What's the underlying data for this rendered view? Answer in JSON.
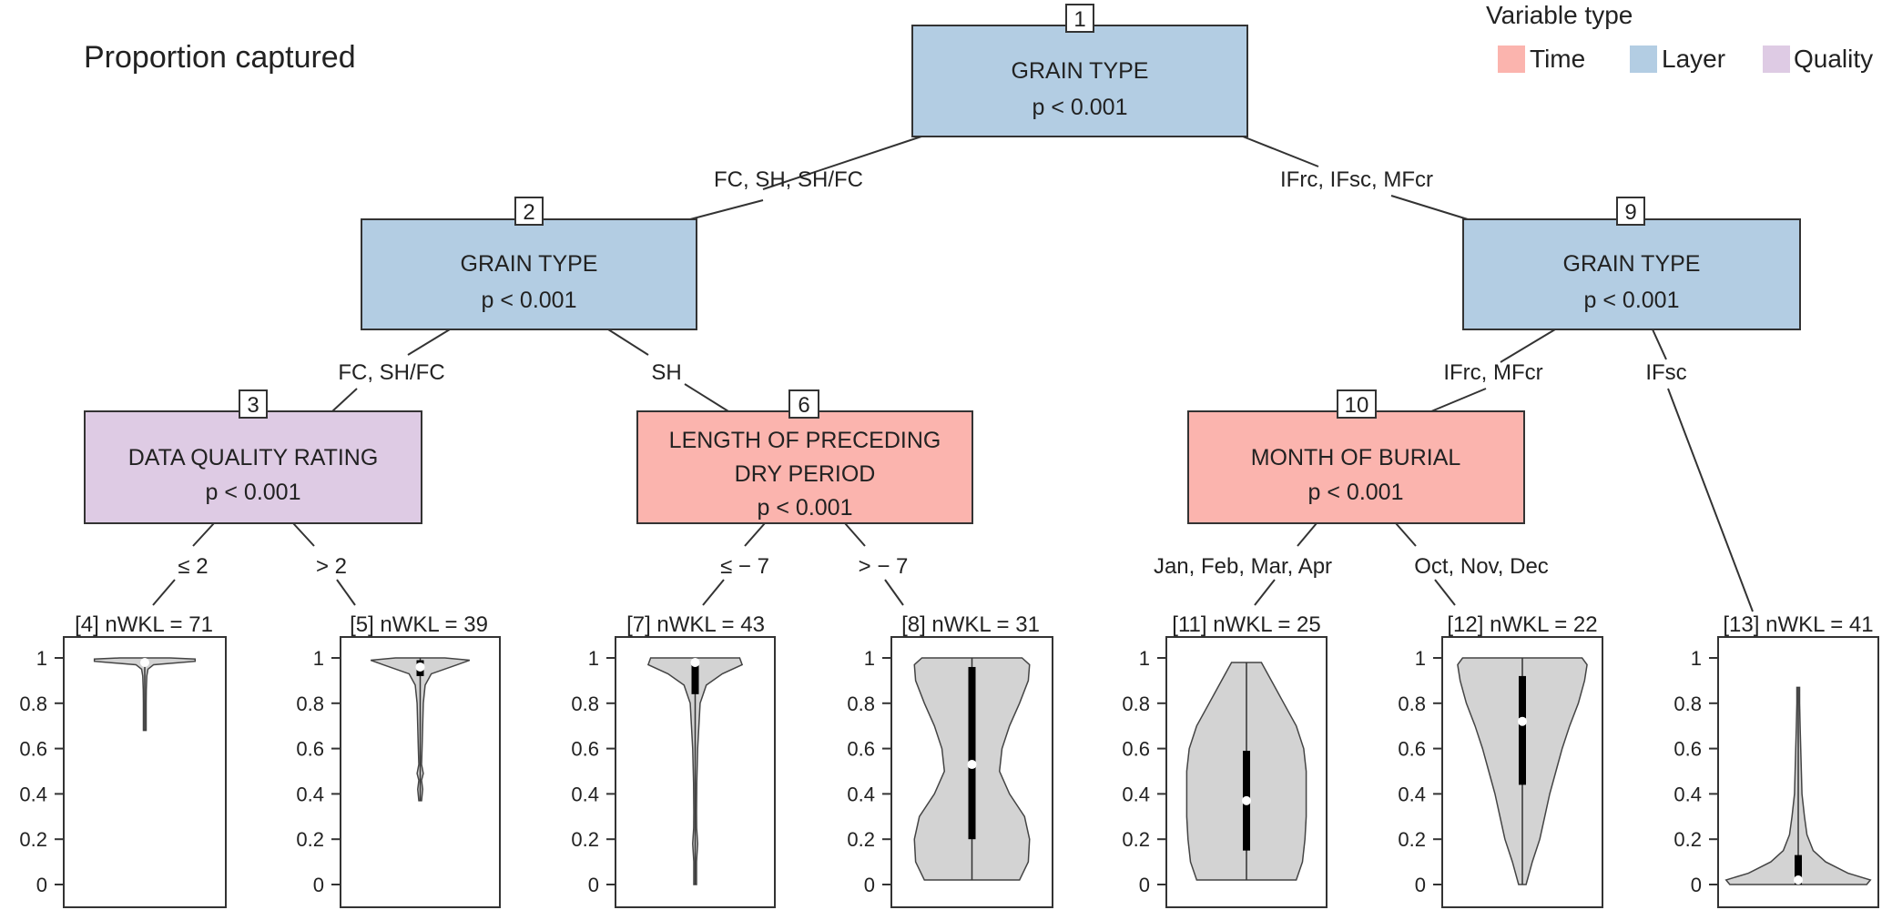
{
  "title": "Proportion captured",
  "legend": {
    "title": "Variable type",
    "items": [
      {
        "label": "Time",
        "color": "#fbb4ae"
      },
      {
        "label": "Layer",
        "color": "#b3cde3"
      },
      {
        "label": "Quality",
        "color": "#decbe4"
      }
    ]
  },
  "nodes": {
    "n1": {
      "id": "1",
      "type": "Layer",
      "lines": [
        "GRAIN TYPE",
        "p < 0.001"
      ]
    },
    "n2": {
      "id": "2",
      "type": "Layer",
      "lines": [
        "GRAIN TYPE",
        "p < 0.001"
      ]
    },
    "n9": {
      "id": "9",
      "type": "Layer",
      "lines": [
        "GRAIN TYPE",
        "p < 0.001"
      ]
    },
    "n3": {
      "id": "3",
      "type": "Quality",
      "lines": [
        "DATA QUALITY RATING",
        "p < 0.001"
      ]
    },
    "n6": {
      "id": "6",
      "type": "Time",
      "lines": [
        "LENGTH OF PRECEDING",
        "DRY PERIOD",
        "p < 0.001"
      ]
    },
    "n10": {
      "id": "10",
      "type": "Time",
      "lines": [
        "MONTH OF BURIAL",
        "p < 0.001"
      ]
    }
  },
  "edges": {
    "e1_2": "FC, SH, SH/FC",
    "e1_9": "IFrc, IFsc, MFcr",
    "e2_3": "FC, SH/FC",
    "e2_6": "SH",
    "e9_10": "IFrc, MFcr",
    "e9_13": "IFsc",
    "e3_4": "≤ 2",
    "e3_5": "> 2",
    "e6_7": "≤ − 7",
    "e6_8": "> − 7",
    "e10_11": "Jan, Feb, Mar, Apr",
    "e10_12": "Oct, Nov, Dec"
  },
  "chart_data": {
    "type": "violin",
    "yaxis_ticks": [
      "1",
      "0.8",
      "0.6",
      "0.4",
      "0.2",
      "0"
    ],
    "ylim": [
      0,
      1
    ],
    "leaves": {
      "n4": {
        "label": "[4] nWKL = 71",
        "median": 0.98,
        "q1": 0.98,
        "q3": 0.99,
        "density": [
          [
            0.68,
            0.2
          ],
          [
            0.72,
            0.6
          ],
          [
            0.8,
            0.9
          ],
          [
            0.86,
            1.2
          ],
          [
            0.92,
            1.6
          ],
          [
            0.95,
            2.5
          ],
          [
            0.97,
            7
          ],
          [
            0.985,
            40
          ],
          [
            0.995,
            40
          ],
          [
            1.0,
            20
          ]
        ]
      },
      "n5": {
        "label": "[5] nWKL = 39",
        "median": 0.96,
        "q1": 0.92,
        "q3": 0.99,
        "density": [
          [
            0.37,
            0.2
          ],
          [
            0.42,
            2
          ],
          [
            0.46,
            0.6
          ],
          [
            0.49,
            2.5
          ],
          [
            0.53,
            0.8
          ],
          [
            0.6,
            1.5
          ],
          [
            0.7,
            2
          ],
          [
            0.8,
            2.5
          ],
          [
            0.88,
            4
          ],
          [
            0.93,
            9
          ],
          [
            0.97,
            30
          ],
          [
            0.99,
            40
          ],
          [
            1.0,
            20
          ]
        ]
      },
      "n7": {
        "label": "[7] nWKL = 43",
        "median": 0.98,
        "q1": 0.84,
        "q3": 0.99,
        "density": [
          [
            0.0,
            0.1
          ],
          [
            0.1,
            0.8
          ],
          [
            0.18,
            2
          ],
          [
            0.25,
            1.2
          ],
          [
            0.32,
            1
          ],
          [
            0.45,
            1.3
          ],
          [
            0.6,
            2
          ],
          [
            0.7,
            3
          ],
          [
            0.8,
            4
          ],
          [
            0.88,
            9
          ],
          [
            0.93,
            22
          ],
          [
            0.97,
            38
          ],
          [
            1.0,
            36
          ]
        ]
      },
      "n8": {
        "label": "[8] nWKL = 31",
        "median": 0.53,
        "q1": 0.2,
        "q3": 0.96,
        "density": [
          [
            0.02,
            38
          ],
          [
            0.1,
            45
          ],
          [
            0.2,
            46
          ],
          [
            0.3,
            42
          ],
          [
            0.4,
            30
          ],
          [
            0.5,
            22
          ],
          [
            0.6,
            24
          ],
          [
            0.7,
            30
          ],
          [
            0.8,
            38
          ],
          [
            0.9,
            45
          ],
          [
            0.97,
            46
          ],
          [
            1.0,
            40
          ]
        ]
      },
      "n11": {
        "label": "[11] nWKL = 25",
        "median": 0.37,
        "q1": 0.15,
        "q3": 0.59,
        "density": [
          [
            0.02,
            40
          ],
          [
            0.1,
            45
          ],
          [
            0.2,
            47
          ],
          [
            0.3,
            48
          ],
          [
            0.4,
            48
          ],
          [
            0.5,
            48
          ],
          [
            0.6,
            46
          ],
          [
            0.7,
            40
          ],
          [
            0.8,
            30
          ],
          [
            0.9,
            20
          ],
          [
            0.98,
            12
          ]
        ]
      },
      "n12": {
        "label": "[12] nWKL = 22",
        "median": 0.72,
        "q1": 0.44,
        "q3": 0.92,
        "density": [
          [
            0.0,
            3
          ],
          [
            0.1,
            8
          ],
          [
            0.2,
            14
          ],
          [
            0.3,
            18
          ],
          [
            0.4,
            22
          ],
          [
            0.5,
            27
          ],
          [
            0.6,
            32
          ],
          [
            0.7,
            38
          ],
          [
            0.8,
            45
          ],
          [
            0.9,
            50
          ],
          [
            0.97,
            52
          ],
          [
            1.0,
            48
          ]
        ]
      },
      "n13": {
        "label": "[13] nWKL = 41",
        "median": 0.02,
        "q1": 0.0,
        "q3": 0.13,
        "density": [
          [
            0.0,
            55
          ],
          [
            0.02,
            58
          ],
          [
            0.05,
            40
          ],
          [
            0.1,
            22
          ],
          [
            0.15,
            12
          ],
          [
            0.22,
            7
          ],
          [
            0.3,
            5
          ],
          [
            0.4,
            3
          ],
          [
            0.5,
            2.5
          ],
          [
            0.6,
            2
          ],
          [
            0.7,
            1.5
          ],
          [
            0.8,
            1
          ],
          [
            0.87,
            0.3
          ]
        ]
      }
    }
  }
}
